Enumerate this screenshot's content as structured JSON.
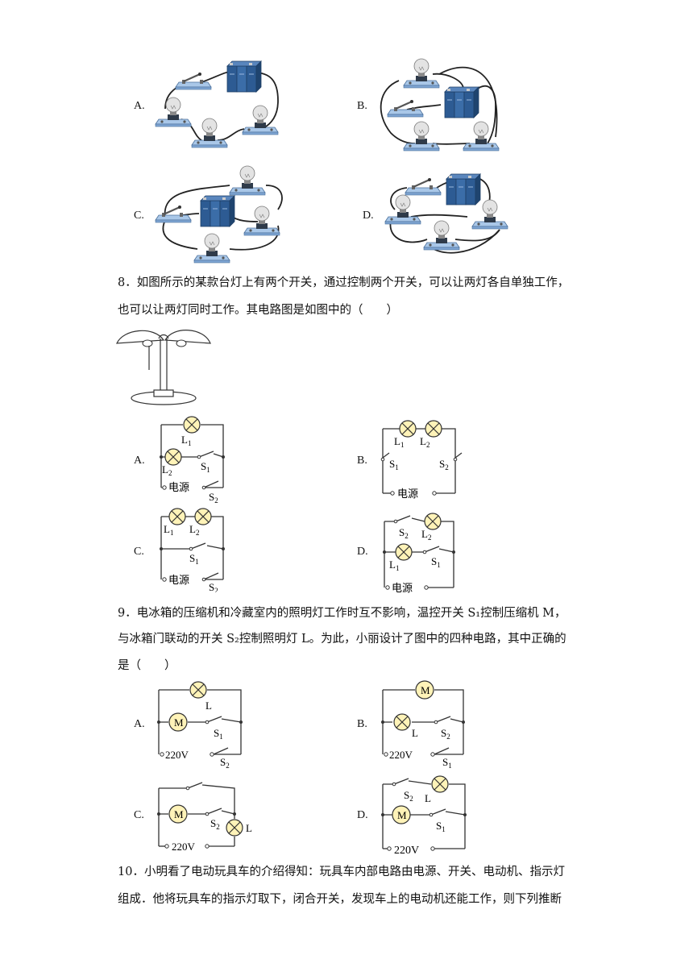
{
  "q7": {
    "options": [
      {
        "key": "A",
        "label": "A."
      },
      {
        "key": "B",
        "label": "B."
      },
      {
        "key": "C",
        "label": "C."
      },
      {
        "key": "D",
        "label": "D."
      }
    ]
  },
  "q8": {
    "line1": "8．如图所示的某款台灯上有两个开关，通过控制两个开关，可以让两灯各自单独工作，",
    "line2": "也可以让两灯同时工作。其电路图是如图中的（　　）",
    "options": {
      "a": "A.",
      "b": "B.",
      "c": "C.",
      "d": "D."
    },
    "labels": {
      "L": "L",
      "S": "S",
      "sub1": "1",
      "sub2": "2",
      "power": "电源"
    }
  },
  "q9": {
    "line1": "9．电冰箱的压缩机和冷藏室内的照明灯工作时互不影响，温控开关 S₁控制压缩机 M，",
    "line2": "与冰箱门联动的开关 S₂控制照明灯 L。为此，小丽设计了图中的四种电路，其中正确的",
    "line3": "是（　　）",
    "options": {
      "a": "A.",
      "b": "B.",
      "c": "C.",
      "d": "D."
    },
    "labels": {
      "L": "L",
      "M": "M",
      "S": "S",
      "sub1": "1",
      "sub2": "2",
      "voltage": "220V"
    }
  },
  "q10": {
    "line1": "10．小明看了电动玩具车的介绍得知：玩具车内部电路由电源、开关、电动机、指示灯",
    "line2": "组成．他将玩具车的指示灯取下，闭合开关，发现车上的电动机还能工作，则下列推断"
  }
}
